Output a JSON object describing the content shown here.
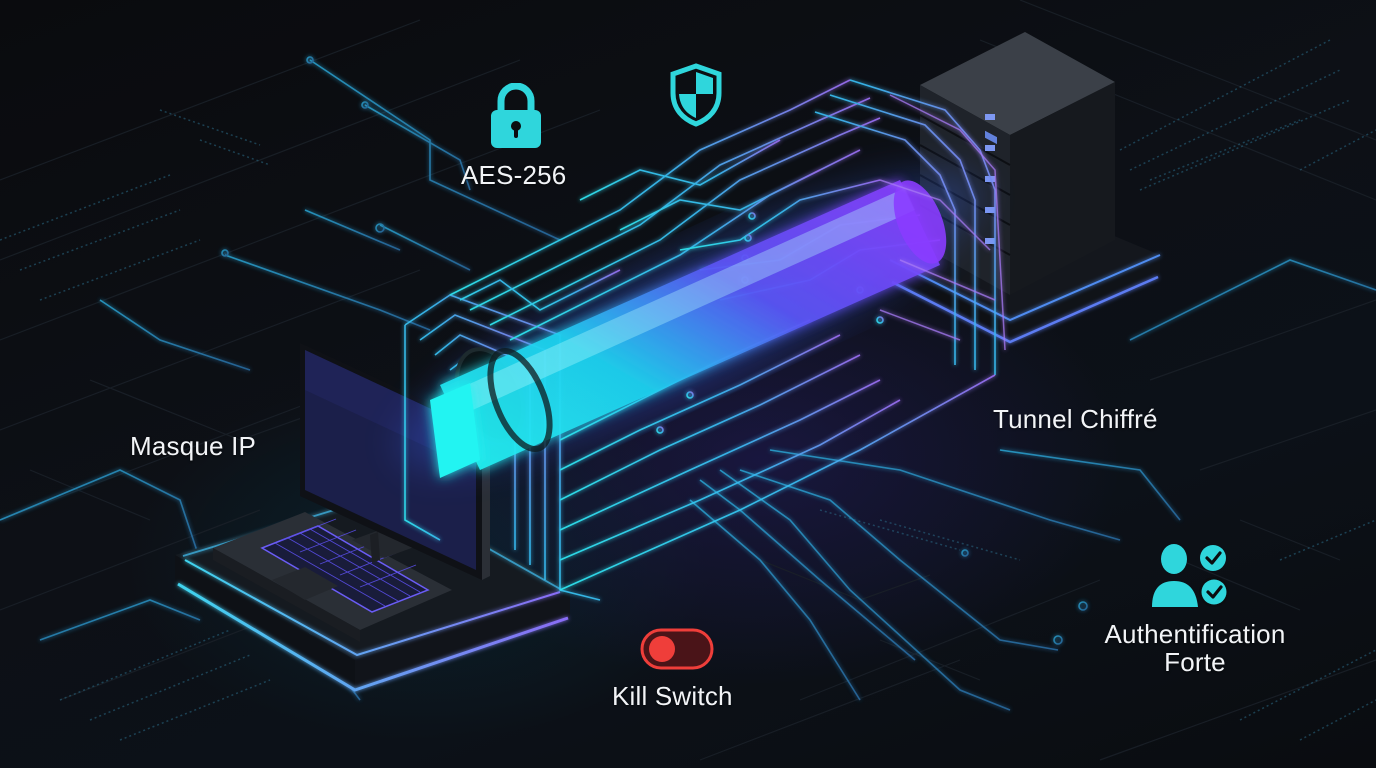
{
  "scene": {
    "description": "VPN encrypted tunnel illustration between a client computer and a server",
    "colors": {
      "background": "#0b0d10",
      "accent_cyan": "#2fd6dc",
      "accent_purple": "#7b3cf5",
      "tunnel_cyan": "#22f0f0",
      "tunnel_purple": "#8a3cff",
      "toggle_red": "#ef3e3a",
      "text": "#f2f4f7"
    }
  },
  "callouts": {
    "encryption": {
      "label": "AES-256",
      "icon": "lock-icon"
    },
    "protection": {
      "icon": "shield-icon"
    },
    "ip_mask": {
      "label": "Masque IP"
    },
    "tunnel": {
      "label": "Tunnel Chiffré"
    },
    "kill_switch": {
      "label": "Kill Switch",
      "icon": "toggle-switch-icon",
      "state": "off"
    },
    "auth": {
      "label_line1": "Authentification",
      "label_line2": "Forte",
      "icon": "users-verified-icon"
    }
  },
  "objects": {
    "client": "laptop-and-monitor",
    "server": "server-tower",
    "server_drive_bays": 5
  }
}
